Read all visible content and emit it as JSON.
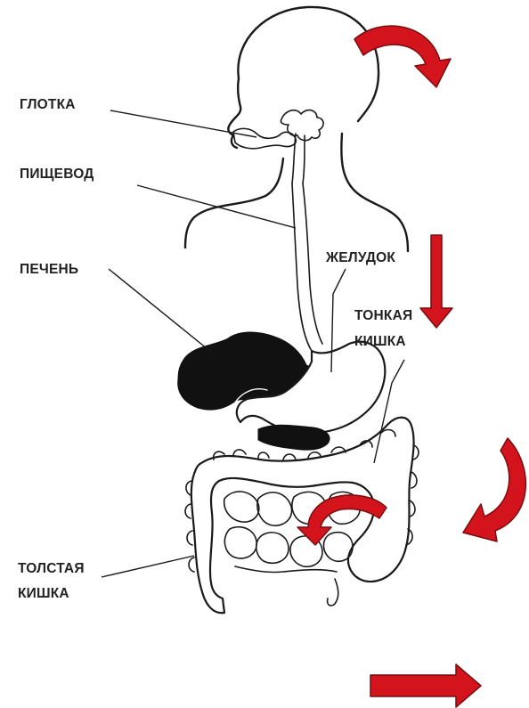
{
  "labels": {
    "pharynx": "ГЛОТКА",
    "esophagus": "ПИЩЕВОД",
    "liver": "ПЕЧЕНЬ",
    "stomach": "ЖЕЛУДОК",
    "small_intestine_1": "ТОНКАЯ",
    "small_intestine_2": "КИШКА",
    "large_intestine_1": "ТОЛСТАЯ",
    "large_intestine_2": "КИШКА"
  },
  "colors": {
    "arrow": "#d4141c",
    "ink": "#1a1a1a"
  }
}
